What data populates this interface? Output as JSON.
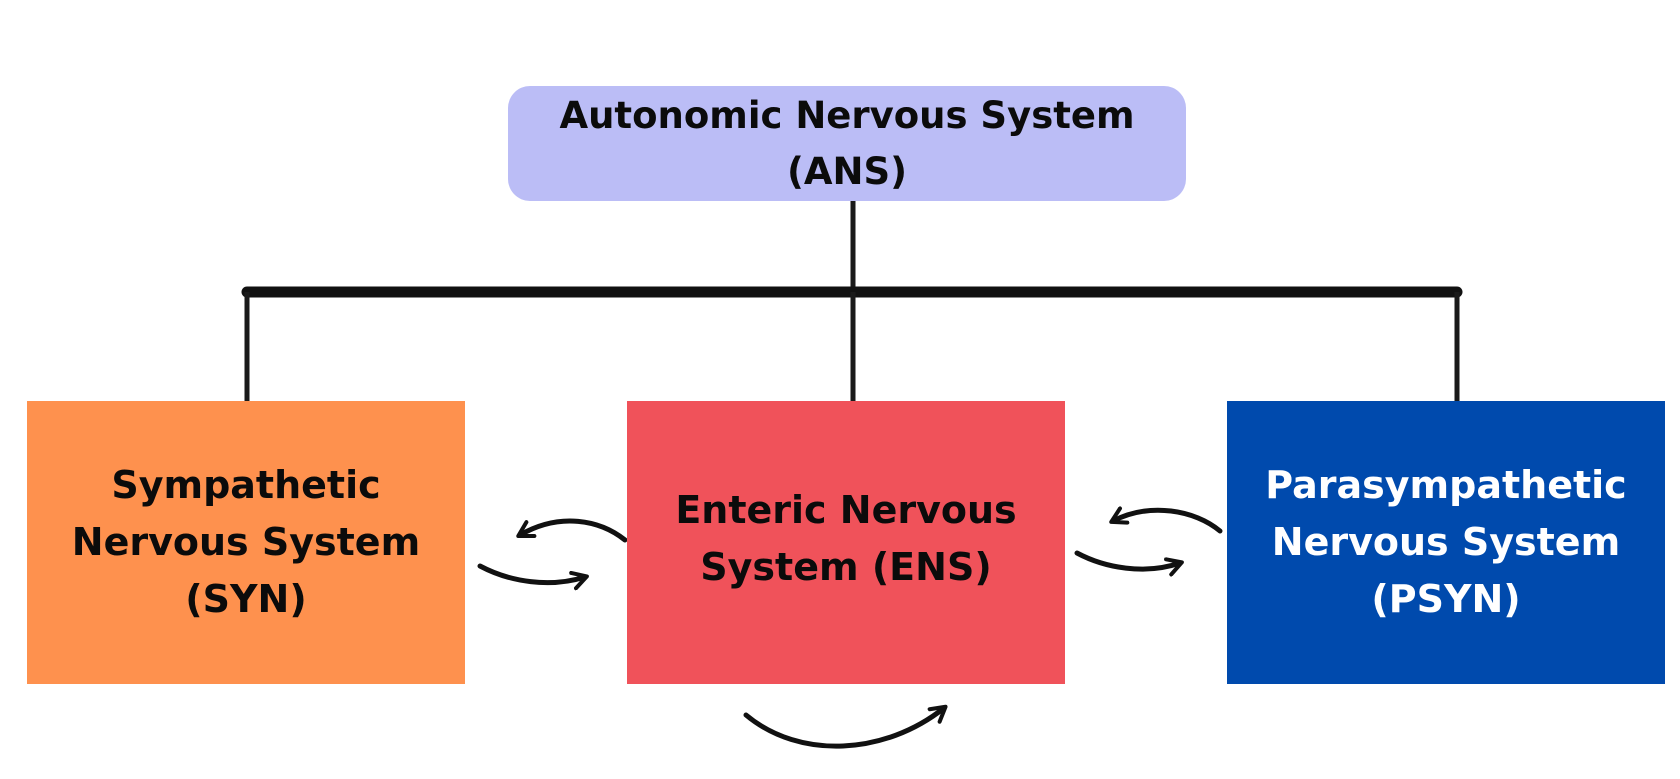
{
  "colors": {
    "ans_fill": "#bbbdf6",
    "syn_fill": "#fe914e",
    "ens_fill": "#f0525a",
    "psyn_fill": "#004aad",
    "dark_text": "#0b0b0b",
    "light_text": "#ffffff",
    "connector": "#111111"
  },
  "nodes": {
    "ans": {
      "lines": [
        "Autonomic Nervous System",
        "(ANS)"
      ]
    },
    "syn": {
      "lines": [
        "Sympathetic",
        "Nervous System",
        "(SYN)"
      ]
    },
    "ens": {
      "lines": [
        "Enteric Nervous",
        "System (ENS)"
      ]
    },
    "psyn": {
      "lines": [
        "Parasympathetic",
        "Nervous System",
        "(PSYN)"
      ]
    }
  }
}
